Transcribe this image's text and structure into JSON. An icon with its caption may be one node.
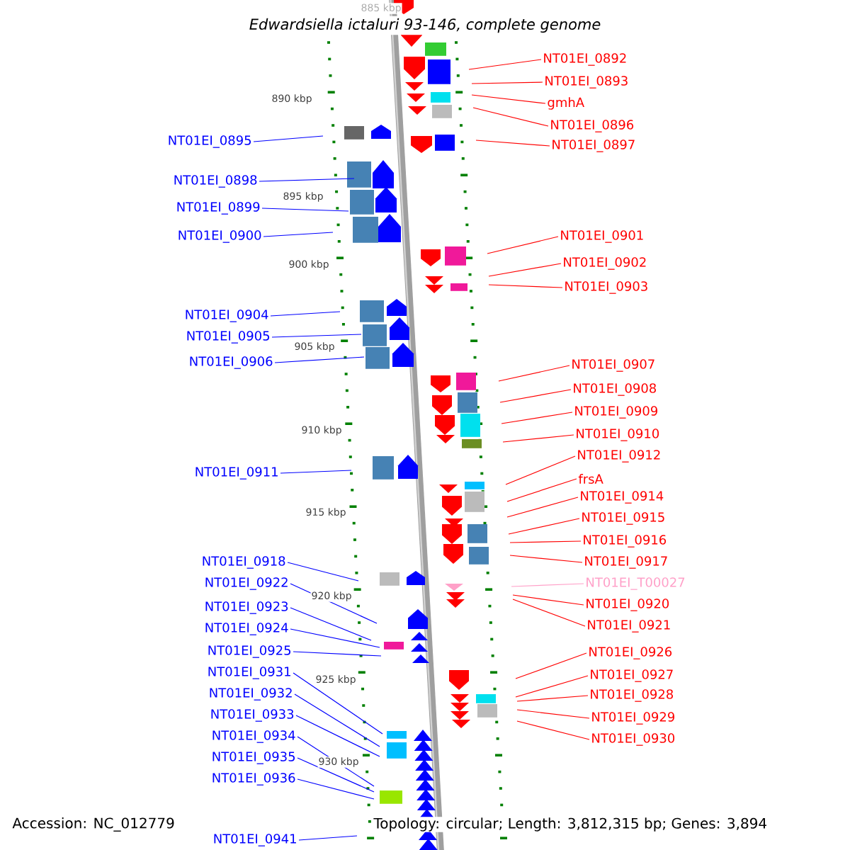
{
  "diagram": {
    "title": "Edwardsiella ictaluri 93-146, complete genome",
    "nodes": [
      {
        "text": [
          "NT01EI_0895"
        ]
      },
      {
        "text": [
          "NT01EI_0898"
        ]
      },
      {
        "text": [
          "NT01EI_0899"
        ]
      },
      {
        "text": [
          "NT01EI_0900"
        ]
      },
      {
        "text": [
          "NT01EI_0904"
        ]
      },
      {
        "text": [
          "NT01EI_0905"
        ]
      },
      {
        "text": [
          "NT01EI_0906"
        ]
      },
      {
        "text": [
          "NT01EI_0911"
        ]
      },
      {
        "text": [
          "NT01EI_0918"
        ]
      },
      {
        "text": [
          "NT01EI_0922"
        ]
      },
      {
        "text": [
          "NT01EI_0923"
        ]
      },
      {
        "text": [
          "NT01EI_0924"
        ]
      },
      {
        "text": [
          "NT01EI_0925"
        ]
      },
      {
        "text": [
          "NT01EI_0931"
        ]
      },
      {
        "text": [
          "NT01EI_0932"
        ]
      },
      {
        "text": [
          "NT01EI_0933"
        ]
      },
      {
        "text": [
          "NT01EI_0934"
        ]
      },
      {
        "text": [
          "NT01EI_0935"
        ]
      },
      {
        "text": [
          "NT01EI_0936"
        ]
      },
      {
        "text": [
          "NT01EI_0941"
        ]
      },
      {
        "text": [
          "NT01EI_0892"
        ]
      },
      {
        "text": [
          "NT01EI_0893"
        ]
      },
      {
        "text": [
          "gmhA"
        ]
      },
      {
        "text": [
          "NT01EI_0896"
        ]
      },
      {
        "text": [
          "NT01EI_0897"
        ]
      },
      {
        "text": [
          "NT01EI_0901"
        ]
      },
      {
        "text": [
          "NT01EI_0902"
        ]
      },
      {
        "text": [
          "NT01EI_0903"
        ]
      },
      {
        "text": [
          "NT01EI_0907"
        ]
      },
      {
        "text": [
          "NT01EI_0908"
        ]
      },
      {
        "text": [
          "NT01EI_0909"
        ]
      },
      {
        "text": [
          "NT01EI_0910"
        ]
      },
      {
        "text": [
          "NT01EI_0912"
        ]
      },
      {
        "text": [
          "frsA"
        ]
      },
      {
        "text": [
          "NT01EI_0914"
        ]
      },
      {
        "text": [
          "NT01EI_0915"
        ]
      },
      {
        "text": [
          "NT01EI_0916"
        ]
      },
      {
        "text": [
          "NT01EI_0917"
        ]
      },
      {
        "text": [
          "NT01EI_T00027"
        ]
      },
      {
        "text": [
          "NT01EI_0920"
        ]
      },
      {
        "text": [
          "NT01EI_0921"
        ]
      },
      {
        "text": [
          "NT01EI_0926"
        ]
      },
      {
        "text": [
          "NT01EI_0927"
        ]
      },
      {
        "text": [
          "NT01EI_0928"
        ]
      },
      {
        "text": [
          "NT01EI_0929"
        ]
      },
      {
        "text": [
          "NT01EI_0930"
        ]
      }
    ],
    "edges": [
      {
        "from": 0,
        "to": null,
        "arrow": "none",
        "color": "#0000ff"
      },
      {
        "from": 1,
        "to": null,
        "arrow": "none",
        "color": "#0000ff"
      },
      {
        "from": 2,
        "to": null,
        "arrow": "none",
        "color": "#0000ff"
      },
      {
        "from": 3,
        "to": null,
        "arrow": "none",
        "color": "#0000ff"
      },
      {
        "from": 4,
        "to": null,
        "arrow": "none",
        "color": "#0000ff"
      },
      {
        "from": 5,
        "to": null,
        "arrow": "none",
        "color": "#0000ff"
      },
      {
        "from": 6,
        "to": null,
        "arrow": "none",
        "color": "#0000ff"
      },
      {
        "from": 7,
        "to": null,
        "arrow": "none",
        "color": "#0000ff"
      },
      {
        "from": 8,
        "to": null,
        "arrow": "none",
        "color": "#0000ff"
      },
      {
        "from": 9,
        "to": null,
        "arrow": "none",
        "color": "#0000ff"
      },
      {
        "from": 10,
        "to": null,
        "arrow": "none",
        "color": "#0000ff"
      },
      {
        "from": 11,
        "to": null,
        "arrow": "none",
        "color": "#0000ff"
      },
      {
        "from": 12,
        "to": null,
        "arrow": "none",
        "color": "#0000ff"
      },
      {
        "from": 13,
        "to": null,
        "arrow": "none",
        "color": "#0000ff"
      },
      {
        "from": 14,
        "to": null,
        "arrow": "none",
        "color": "#0000ff"
      },
      {
        "from": 15,
        "to": null,
        "arrow": "none",
        "color": "#0000ff"
      },
      {
        "from": 16,
        "to": null,
        "arrow": "none",
        "color": "#0000ff"
      },
      {
        "from": 17,
        "to": null,
        "arrow": "none",
        "color": "#0000ff"
      },
      {
        "from": 18,
        "to": null,
        "arrow": "none",
        "color": "#0000ff"
      },
      {
        "from": 19,
        "to": null,
        "arrow": "none",
        "color": "#0000ff"
      },
      {
        "from": 20,
        "to": null,
        "arrow": "none"
      },
      {
        "from": 21,
        "to": null,
        "arrow": "none"
      },
      {
        "from": 22,
        "to": null,
        "arrow": "none"
      },
      {
        "from": 23,
        "to": null,
        "arrow": "none"
      },
      {
        "from": 24,
        "to": null,
        "arrow": "none"
      },
      {
        "from": 25,
        "to": null,
        "arrow": "none"
      },
      {
        "from": 26,
        "to": null,
        "arrow": "none"
      },
      {
        "from": 27,
        "to": null,
        "arrow": "none"
      },
      {
        "from": 28,
        "to": null,
        "arrow": "none"
      },
      {
        "from": 29,
        "to": null,
        "arrow": "none"
      },
      {
        "from": 30,
        "to": null,
        "arrow": "none"
      },
      {
        "from": 31,
        "to": null,
        "arrow": "none"
      },
      {
        "from": 32,
        "to": null,
        "arrow": "none"
      },
      {
        "from": 33,
        "to": null,
        "arrow": "none"
      },
      {
        "from": 34,
        "to": null,
        "arrow": "none"
      },
      {
        "from": 35,
        "to": null,
        "arrow": "none"
      },
      {
        "from": 36,
        "to": null,
        "arrow": "none"
      },
      {
        "from": 37,
        "to": null,
        "arrow": "none"
      },
      {
        "from": 38,
        "to": null,
        "arrow": "none",
        "color": "#ffa0c8"
      },
      {
        "from": 39,
        "to": null,
        "arrow": "none"
      },
      {
        "from": 40,
        "to": null,
        "arrow": "none"
      },
      {
        "from": 41,
        "to": null,
        "arrow": "none"
      },
      {
        "from": 42,
        "to": null,
        "arrow": "none"
      },
      {
        "from": 43,
        "to": null,
        "arrow": "none"
      },
      {
        "from": 44,
        "to": null,
        "arrow": "none"
      },
      {
        "from": 45,
        "to": null,
        "arrow": "none"
      }
    ],
    "labels": [
      "885 kbp",
      "890 kbp",
      "895 kbp",
      "900 kbp",
      "905 kbp",
      "910 kbp",
      "915 kbp",
      "920 kbp",
      "925 kbp",
      "930 kbp",
      "Accession: NC_012779",
      "Topology: circular; Length: 3,812,315 bp; Genes: 3,894"
    ]
  }
}
